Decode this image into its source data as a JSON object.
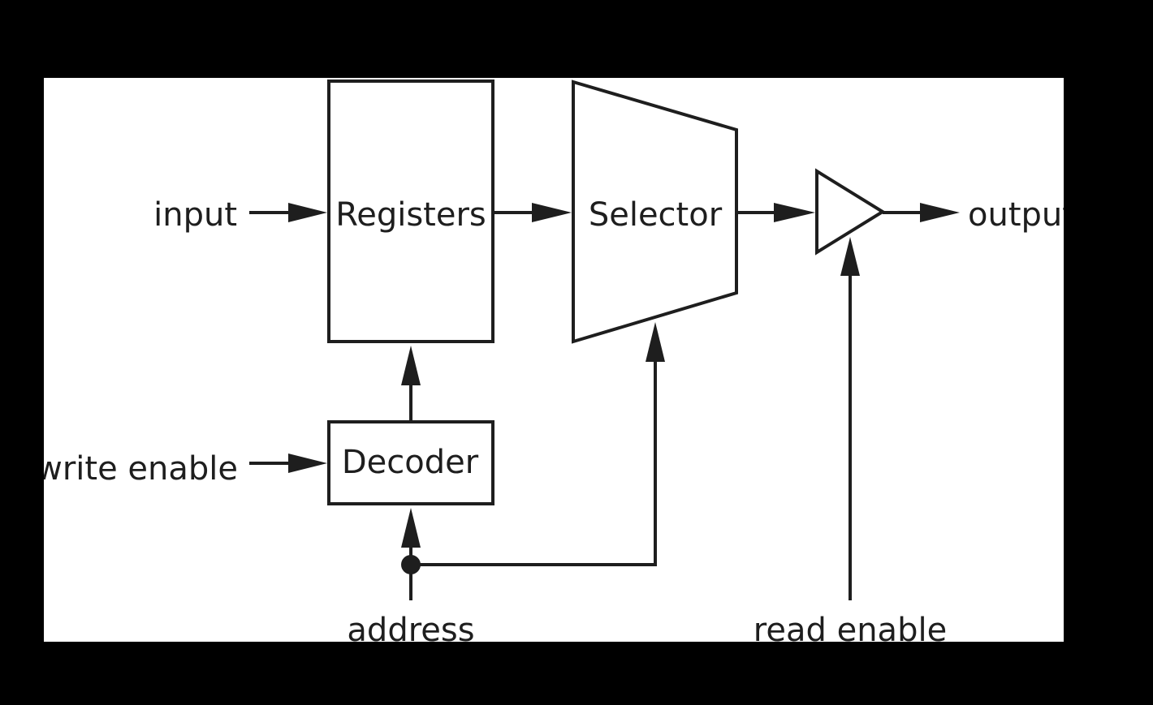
{
  "colors": {
    "background": "#000000",
    "panel": "#ffffff",
    "ink": "#1e1e1e"
  },
  "labels": {
    "input": "input",
    "write_enable": "write enable",
    "address": "address",
    "read_enable": "read enable",
    "output": "output"
  },
  "blocks": {
    "registers": "Registers",
    "selector": "Selector",
    "decoder": "Decoder"
  }
}
